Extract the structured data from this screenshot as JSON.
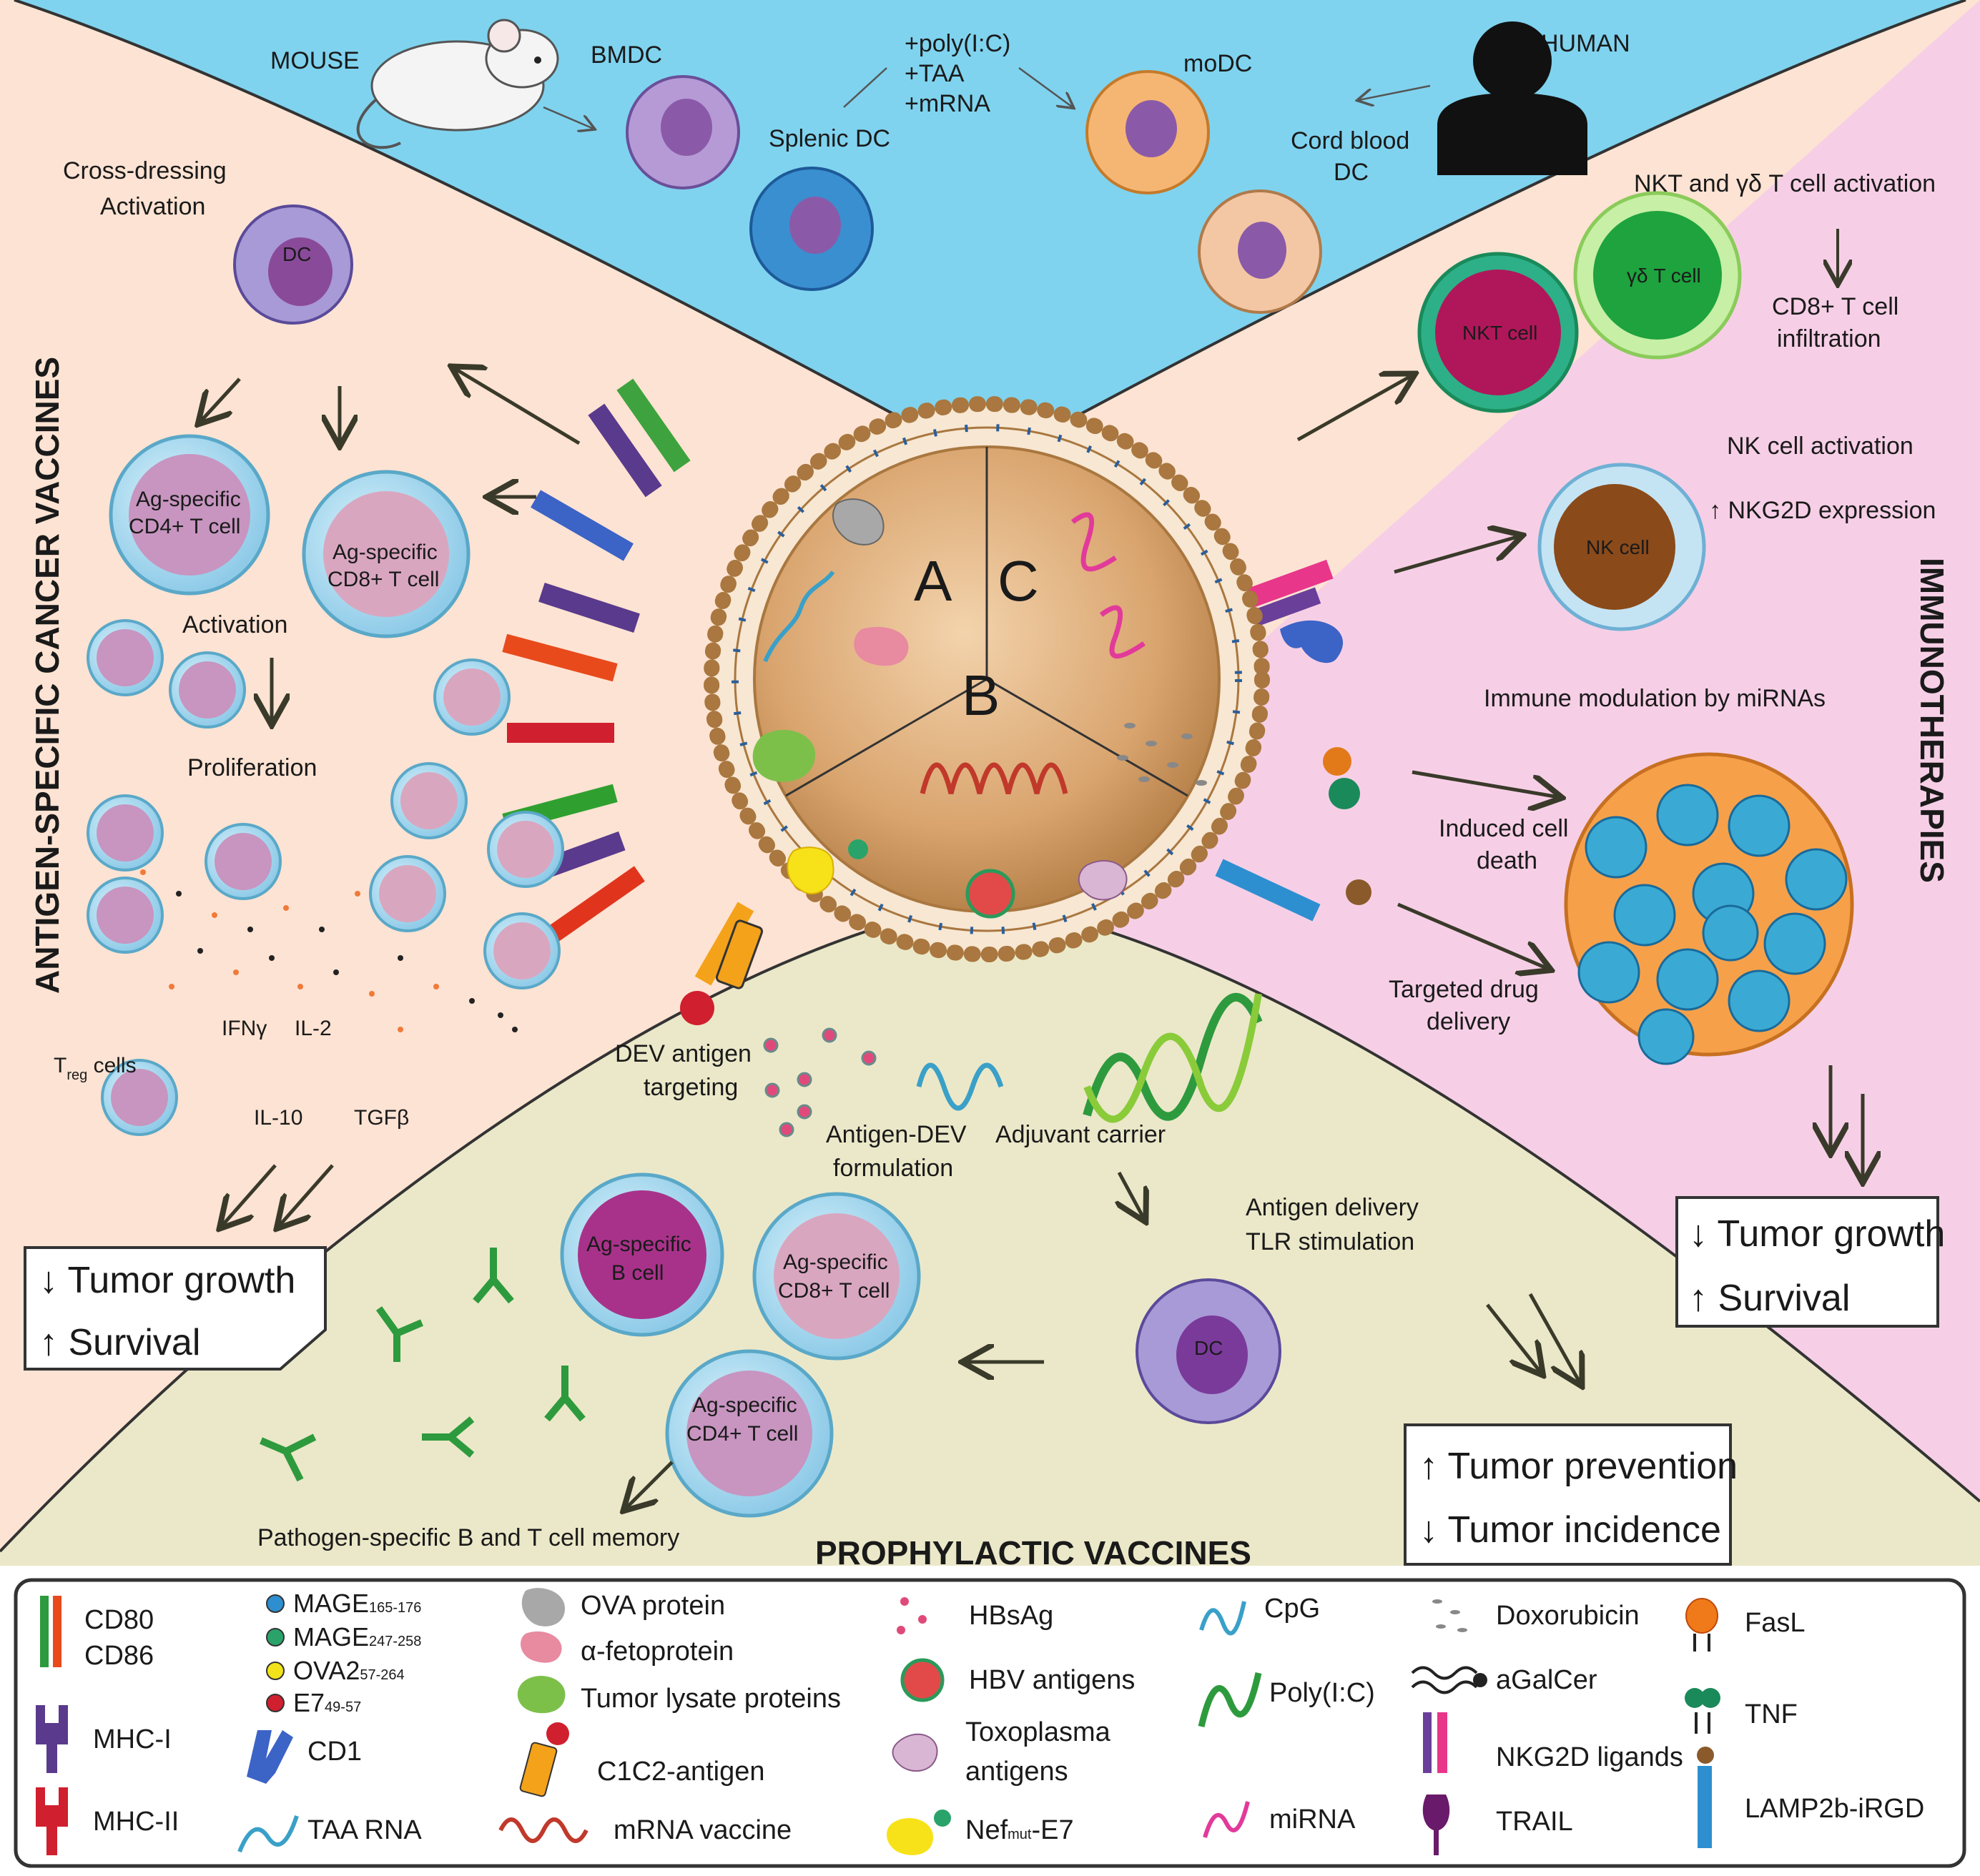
{
  "colors": {
    "top_bg": "#7fd3ef",
    "left_bg": "#fde3d3",
    "right_bg": "#f6cfe6",
    "bottom_bg": "#ebe8c9",
    "particle": "#d9a46e",
    "membrane": "#a9773f",
    "arrow": "#3a3a2a"
  },
  "top": {
    "mouse": "MOUSE",
    "human": "HUMAN",
    "bmdc": "BMDC",
    "treat1": "+poly(I:C)",
    "treat2": "+TAA",
    "treat3": "+mRNA",
    "modc": "moDC",
    "splenic": "Splenic DC",
    "cord1": "Cord blood",
    "cord2": "DC"
  },
  "center": {
    "a": "A",
    "b": "B",
    "c": "C"
  },
  "left": {
    "side_title": "ANTIGEN-SPECIFIC CANCER VACCINES",
    "cross1": "Cross-dressing",
    "cross2": "Activation",
    "dc": "DC",
    "cd4_1": "Ag-specific",
    "cd4_2": "CD4+ T cell",
    "cd8_1": "Ag-specific",
    "cd8_2": "CD8+ T cell",
    "activation": "Activation",
    "proliferation": "Proliferation",
    "ifn": "IFNγ",
    "il2": "IL-2",
    "treg_t": "T",
    "treg_sub": "reg",
    "treg_cells": " cells",
    "il10": "IL-10",
    "tgfb": "TGFβ",
    "out1": "Tumor growth",
    "out2": "Survival"
  },
  "right": {
    "side_title": "IMMUNOTHERAPIES",
    "nkt_gd": "NKT and γδ T cell activation",
    "cd8_1": "CD8+ T cell",
    "cd8_2": "infiltration",
    "nkt": "NKT cell",
    "gd": "γδ T cell",
    "nk_act": "NK cell activation",
    "nkg2d": "NKG2D expression",
    "nk": "NK cell",
    "mirna": "Immune modulation by miRNAs",
    "death1": "Induced cell",
    "death2": "death",
    "drug1": "Targeted drug",
    "drug2": "delivery",
    "out1": "Tumor growth",
    "out2": "Survival"
  },
  "bottom": {
    "side_title": "PROPHYLACTIC VACCINES",
    "dev1": "DEV antigen",
    "dev2": "targeting",
    "form1": "Antigen-DEV",
    "form2": "formulation",
    "adjuvant": "Adjuvant carrier",
    "ag_del": "Antigen delivery",
    "tlr": "TLR stimulation",
    "dc": "DC",
    "b1": "Ag-specific",
    "b2": "B cell",
    "cd8_1": "Ag-specific",
    "cd8_2": "CD8+ T cell",
    "cd4_1": "Ag-specific",
    "cd4_2": "CD4+ T cell",
    "memory": "Pathogen-specific B and T cell memory",
    "out1": "Tumor prevention",
    "out2": "Tumor incidence"
  },
  "legend": {
    "cd80": "CD80",
    "cd86": "CD86",
    "mhc1": "MHC-I",
    "mhc2": "MHC-II",
    "mage1": "MAGE",
    "mage1_sub": "165-176",
    "mage2": "MAGE",
    "mage2_sub": "247-258",
    "ova2": "OVA2",
    "ova2_sub": "57-264",
    "e7": "E7",
    "e7_sub": "49-57",
    "cd1": "CD1",
    "taa": "TAA RNA",
    "ova": "OVA protein",
    "afp": "α-fetoprotein",
    "lysate": "Tumor lysate proteins",
    "c1c2": "C1C2-antigen",
    "mrna": "mRNA vaccine",
    "hbsag": "HBsAg",
    "hbv": "HBV antigens",
    "toxo1": "Toxoplasma",
    "toxo2": "antigens",
    "nef": "Nef",
    "nef_sub": "mut",
    "nef_tail": "-E7",
    "cpg": "CpG",
    "polyic": "Poly(I:C)",
    "mirna": "miRNA",
    "doxo": "Doxorubicin",
    "agal": "aGalCer",
    "nkg2dl": "NKG2D ligands",
    "trail": "TRAIL",
    "fasl": "FasL",
    "tnf": "TNF",
    "lamp": "LAMP2b-iRGD"
  }
}
